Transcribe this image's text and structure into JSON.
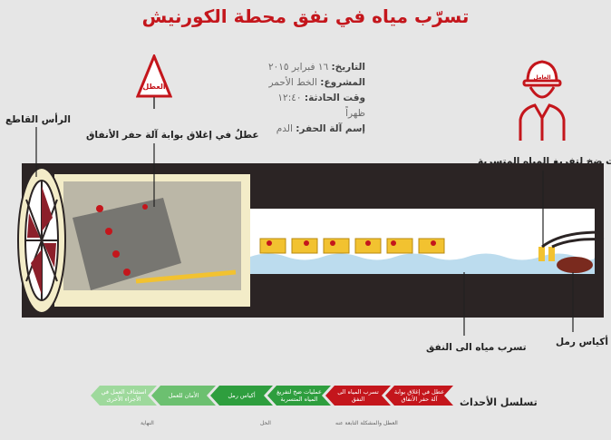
{
  "title": "تسرّب مياه في نفق محطة الكورنيش",
  "info": {
    "date_label": "التاريخ:",
    "date_value": "١٦ فبراير ٢٠١٥",
    "project_label": "المشروع:",
    "project_value": "الخط الأحمر",
    "time_label": "وقت الحادثة:",
    "time_value": "١٢:٤٠ ظهراً",
    "machine_label": "إسم آلة الحفر:",
    "machine_value": "الدم"
  },
  "labels": {
    "cutter_head": "الرأس القاطع",
    "fault": "عطلٌ في إغلاق بوابة آلة حفر الأنفاق",
    "pumping": "عمليات ضخ لتفريغ المياه المتسربة",
    "leak": "تسرب مياه الى النفق",
    "sandbags": "أكياس رمل",
    "warning_sign_text": "العطل",
    "worker_helmet_text": "العامل"
  },
  "timeline": {
    "title": "تسلسل الأحداث",
    "steps": [
      {
        "label": "عطل في إغلاق بوابة آلة حفر الأنفاق",
        "color": "#c4161c"
      },
      {
        "label": "تسرب المياه الى النفق",
        "color": "#c4161c"
      },
      {
        "label": "عمليات ضخ لتفريغ المياه المتسربة",
        "color": "#2e9e3e"
      },
      {
        "label": "أكياس رمل",
        "color": "#2e9e3e"
      },
      {
        "label": "الأمان للعمل",
        "color": "#6cc070"
      },
      {
        "label": "استئناف العمل في الأجزاء الأخرى",
        "color": "#9ed99c"
      }
    ],
    "phases": [
      "العطل والمشكلة التابعة عنه",
      "الحل",
      "النهاية"
    ]
  },
  "colors": {
    "title": "#c4161c",
    "tunnel": "#2b2424",
    "machine_body": "#f3ecc8",
    "water": "#bcdcee",
    "cart": "#f2c230"
  }
}
